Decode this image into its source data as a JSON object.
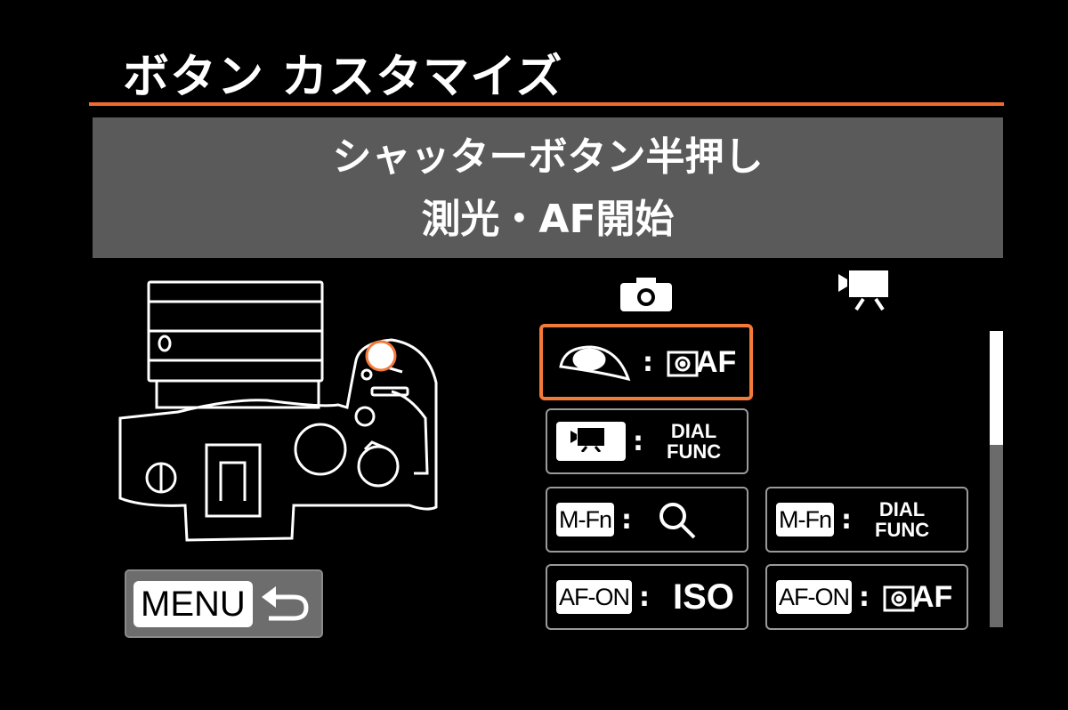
{
  "header": {
    "title": "ボタン カスタマイズ"
  },
  "description": {
    "button": "シャッターボタン半押し",
    "function": "測光・AF開始"
  },
  "colors": {
    "accent": "#f26a2e",
    "panel": "#5a5a5a"
  },
  "columns": [
    {
      "icon": "still-camera-icon"
    },
    {
      "icon": "movie-camera-icon"
    }
  ],
  "assignments": [
    {
      "button": "shutter-button-icon",
      "function_icon": "af-point-icon",
      "function": "AF",
      "column": "still",
      "selected": true
    },
    {
      "button": "movie-button-icon",
      "function": "DIAL FUNC",
      "function_line1": "DIAL",
      "function_line2": "FUNC",
      "column": "still"
    },
    {
      "button": "M-Fn",
      "function_icon": "magnify-icon",
      "column": "still"
    },
    {
      "button": "M-Fn",
      "function_line1": "DIAL",
      "function_line2": "FUNC",
      "column": "movie"
    },
    {
      "button": "AF-ON",
      "function": "ISO",
      "column": "still"
    },
    {
      "button": "AF-ON",
      "function_icon": "af-point-icon",
      "function": "AF",
      "column": "movie"
    }
  ],
  "colon": ":",
  "scroll": {
    "position_fraction": 0.38
  },
  "menu_button": {
    "label": "MENU",
    "icon": "return-icon"
  }
}
